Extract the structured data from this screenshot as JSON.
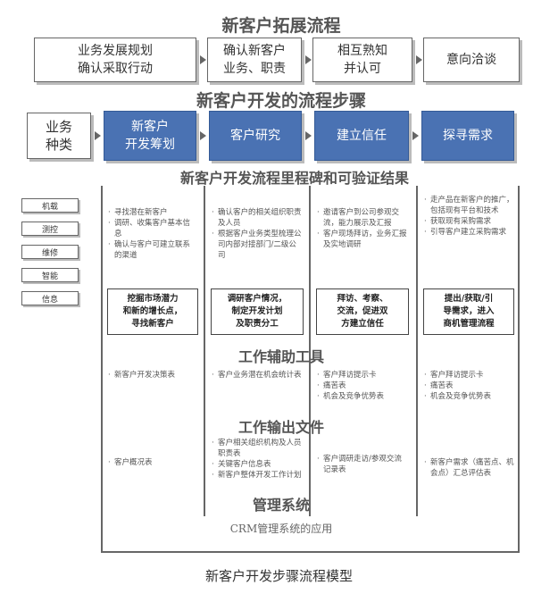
{
  "titles": {
    "main": "新客户拓展流程",
    "steps": "新客户开发的流程步骤",
    "milestones": "新客户开发流程里程碑和可验证结果",
    "tools": "工作辅助工具",
    "outputs": "工作输出文件",
    "system": "管理系统"
  },
  "top_flow": [
    "业务发展规划\n确认采取行动",
    "确认新客户\n业务、职责",
    "相互熟知\n并认可",
    "意向洽谈"
  ],
  "business_type_label": "业务\n种类",
  "steps": [
    "新客户\n开发筹划",
    "客户研究",
    "建立信任",
    "探寻需求"
  ],
  "business_types": [
    "机载",
    "测控",
    "维修",
    "智能",
    "信息"
  ],
  "milestones": [
    [
      "寻找潜在新客户",
      "调研、收集客户基本信息",
      "确认与客户可建立联系的渠道"
    ],
    [
      "确认客户的相关组织职责及人员",
      "根据客户业务类型梳理公司内部对接部门/二级公司"
    ],
    [
      "邀请客户到公司参观交流，能力展示及汇报",
      "客户现场拜访，业务汇报及实地调研"
    ],
    [
      "走产品在新客户的推广，包括现有平台和技术",
      "获取现有采购需求",
      "引导客户建立采购需求"
    ]
  ],
  "results": [
    "挖掘市场潜力\n和新的增长点，\n寻找新客户",
    "调研客户情况，\n制定开发计划\n及职责分工",
    "拜访、考察、\n交流，促进双\n方建立信任",
    "提出/获取/引\n导需求，进入\n商机管理流程"
  ],
  "tools": [
    [
      "新客户开发决策表"
    ],
    [
      "客户业务潜在机会统计表"
    ],
    [
      "客户拜访提示卡",
      "痛苦表",
      "机会及竞争优势表"
    ],
    [
      "客户拜访提示卡",
      "痛苦表",
      "机会及竞争优势表"
    ]
  ],
  "outputs": [
    [
      "客户概况表"
    ],
    [
      "客户相关组织机构及人员职责表",
      "关键客户信息表",
      "新客户整体开发工作计划"
    ],
    [
      "客户调研走访/参观交流记录表"
    ],
    [
      "新客户需求（痛苦点、机会点）汇总评估表"
    ]
  ],
  "system_text": "CRM管理系统的应用",
  "caption": "新客户开发步骤流程模型"
}
